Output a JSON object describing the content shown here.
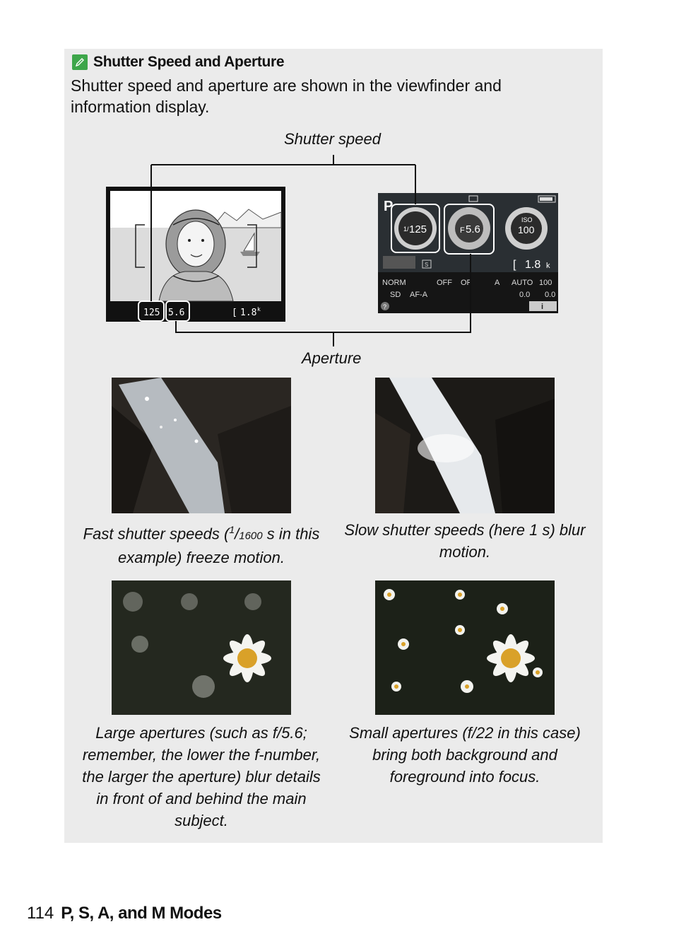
{
  "note": {
    "title": "Shutter Speed and Aperture",
    "body": "Shutter speed and aperture are shown in the viewfinder and information display."
  },
  "diagram": {
    "shutter_label": "Shutter speed",
    "aperture_label": "Aperture",
    "viewfinder": {
      "shutter": "125",
      "aperture": "5.6",
      "count": "1.8",
      "count_unit": "k"
    },
    "info_display": {
      "mode": "P",
      "shutter_denominator": "125",
      "shutter_numerator": "1/",
      "aperture_prefix": "F",
      "aperture": "5.6",
      "iso_label": "ISO",
      "iso": "100",
      "count": "1.8",
      "count_unit": "k",
      "shooting_mode_icon": "S",
      "row1": [
        "NORM",
        "",
        "OFF",
        "OF",
        "",
        "A",
        "AUTO",
        "100"
      ],
      "row2": [
        "SD",
        "AF-A",
        "",
        "",
        "",
        "0.0",
        "",
        "0.0"
      ],
      "help": "?",
      "info": "i"
    }
  },
  "examples": [
    {
      "caption_pre": "Fast shutter speeds (",
      "caption_num": "1",
      "caption_den": "1600",
      "caption_post": " s in this example) freeze motion."
    },
    {
      "caption": "Slow shutter speeds (here 1 s) blur motion."
    },
    {
      "caption": "Large apertures (such as f/5.6; remember, the lower the f-number, the larger the aperture) blur details in front of and behind the main subject."
    },
    {
      "caption": "Small apertures (f/22 in this case) bring both background and foreground into focus."
    }
  ],
  "footer": {
    "page_number": "114",
    "section": "P, S, A, and M Modes"
  },
  "colors": {
    "note_bg": "#ebebeb",
    "pencil": "#3da64a"
  }
}
